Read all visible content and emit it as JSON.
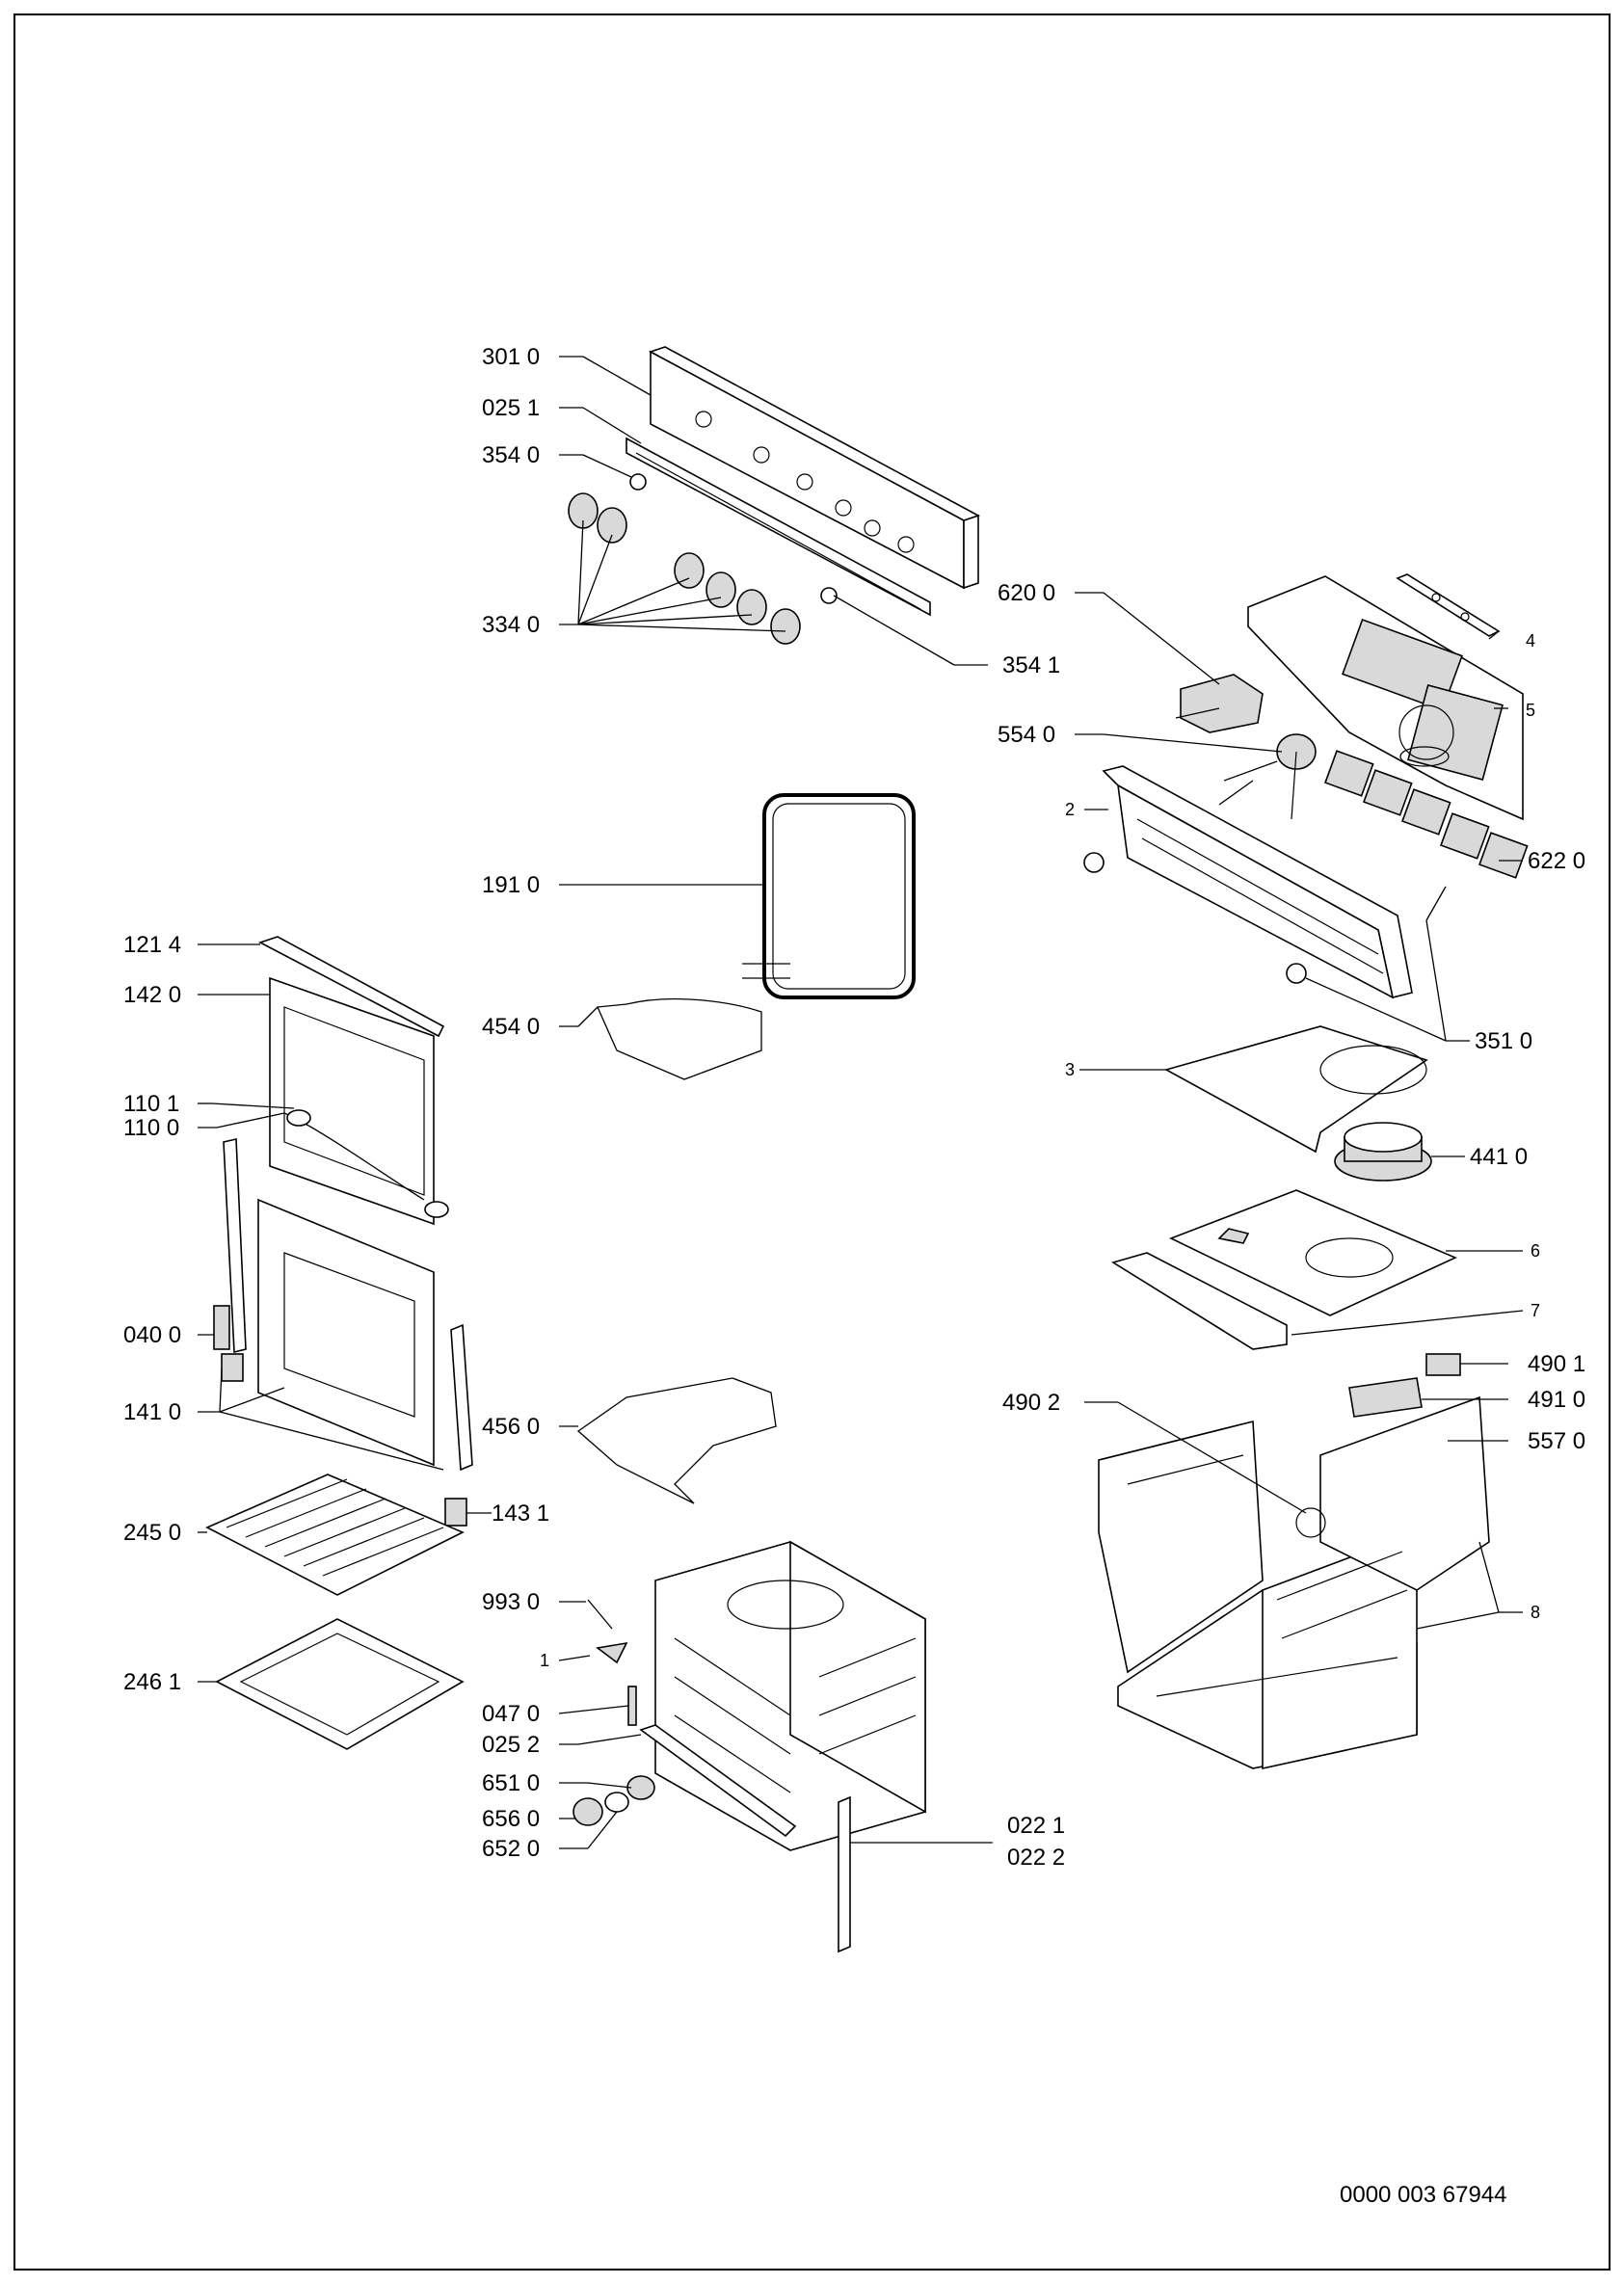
{
  "drawing_number": "0000 003 67944",
  "callouts": {
    "c3010": "301 0",
    "c0251": "025 1",
    "c3540": "354 0",
    "c3340": "334 0",
    "c3541": "354 1",
    "c6200": "620 0",
    "c4": "4",
    "c5": "5",
    "c5540": "554 0",
    "c2": "2",
    "c6220": "622 0",
    "c1910": "191 0",
    "c1214": "121 4",
    "c1420": "142 0",
    "c4540": "454 0",
    "c3510": "351 0",
    "c3": "3",
    "c1101": "110 1",
    "c1100": "110 0",
    "c4410": "441 0",
    "c6": "6",
    "c0400": "040 0",
    "c7": "7",
    "c4901": "490 1",
    "c1410": "141 0",
    "c4902": "490 2",
    "c4910": "491 0",
    "c4560": "456 0",
    "c5570": "557 0",
    "c1431": "143 1",
    "c2450": "245 0",
    "c8": "8",
    "c9930": "993 0",
    "c1": "1",
    "c2461": "246 1",
    "c0470": "047 0",
    "c0252": "025 2",
    "c6510": "651 0",
    "c6560": "656 0",
    "c6520": "652 0",
    "c0221": "022 1",
    "c0222": "022 2"
  }
}
